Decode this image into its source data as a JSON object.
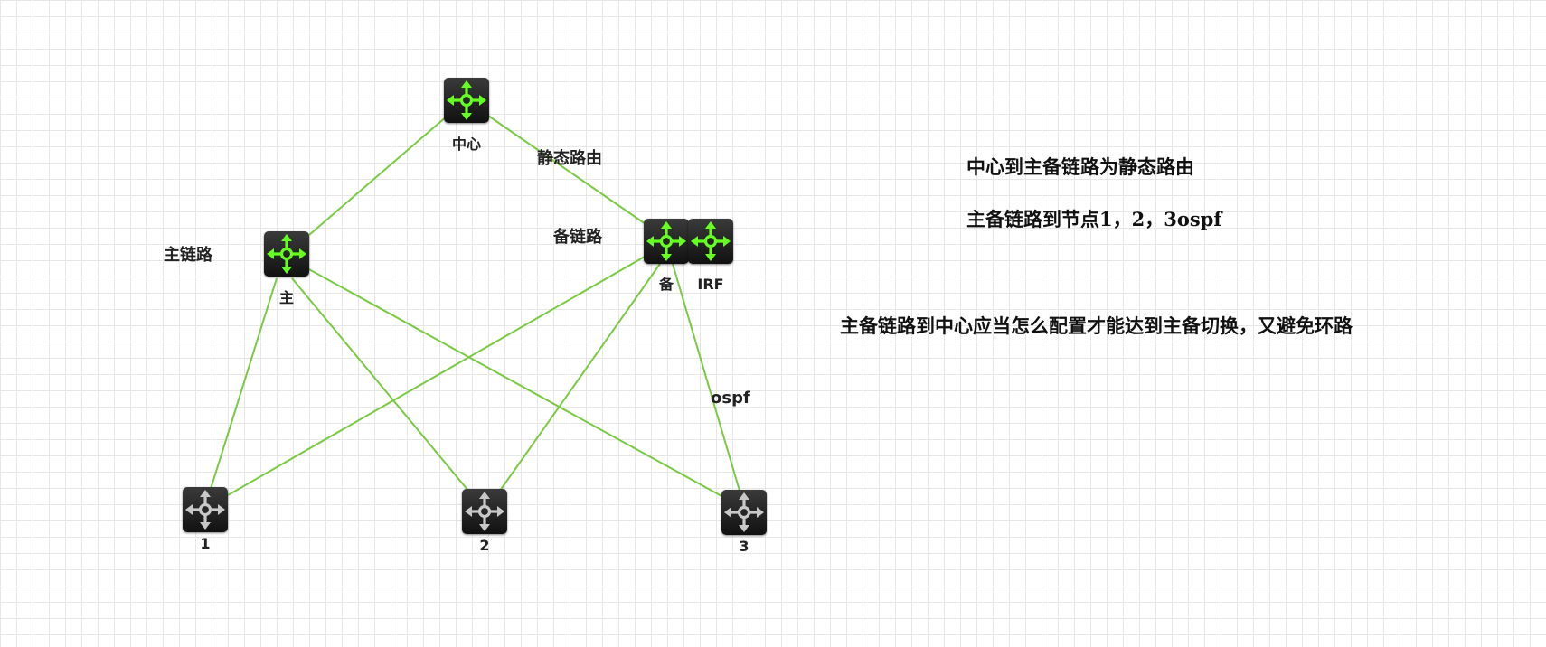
{
  "colors": {
    "link": "#7ac943",
    "core_arrow": "#66ff22",
    "access_arrow": "#c8c8c8"
  },
  "nodes": {
    "center": {
      "label": "中心",
      "icon": "core-router-icon"
    },
    "main": {
      "label": "主",
      "icon": "core-router-icon"
    },
    "backup": {
      "label": "备",
      "icon": "core-router-icon"
    },
    "backup2": {
      "label": "IRF",
      "icon": "core-router-icon"
    },
    "node1": {
      "label": "1",
      "icon": "access-router-icon"
    },
    "node2": {
      "label": "2",
      "icon": "access-router-icon"
    },
    "node3": {
      "label": "3",
      "icon": "access-router-icon"
    }
  },
  "link_labels": {
    "static_route": "静态路由",
    "main_link": "主链路",
    "backup_link": "备链路",
    "ospf": "ospf"
  },
  "notes": [
    "中心到主备链路为静态路由",
    "主备链路到节点1，2，3ospf",
    "主备链路到中心应当怎么配置才能达到主备切换，又避免环路"
  ],
  "links": [
    [
      "center",
      "main"
    ],
    [
      "center",
      "backup"
    ],
    [
      "main",
      "node1"
    ],
    [
      "main",
      "node2"
    ],
    [
      "main",
      "node3"
    ],
    [
      "backup",
      "node1"
    ],
    [
      "backup",
      "node2"
    ],
    [
      "backup",
      "node3"
    ]
  ]
}
